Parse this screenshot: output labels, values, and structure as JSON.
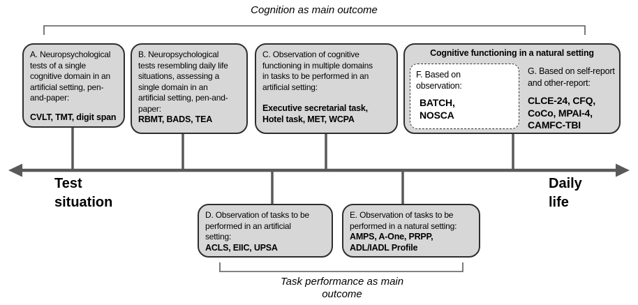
{
  "annotations": {
    "top": "Cognition as main outcome",
    "bottom": "Task performance as main\noutcome"
  },
  "axis": {
    "left_label_line1": "Test",
    "left_label_line2": "situation",
    "right_label_line1": "Daily",
    "right_label_line2": "life"
  },
  "boxes": {
    "a": {
      "description": "A. Neuropsychological\ntests of a single\ncognitive domain in an\nartificial setting, pen-\nand-paper:",
      "instruments": "CVLT, TMT, digit span"
    },
    "b": {
      "description": "B. Neuropsychological\ntests resembling daily life\nsituations, assessing a\nsingle domain in an\nartificial setting, pen-and-\npaper:",
      "instruments": "RBMT, BADS, TEA"
    },
    "c": {
      "description": "C. Observation of cognitive\nfunctioning in multiple domains\nin tasks to be performed in an\nartificial setting:",
      "instruments": "Executive secretarial task,\nHotel task, MET, WCPA"
    },
    "natural": {
      "title": "Cognitive functioning in a natural setting",
      "f": {
        "description": "F. Based on\nobservation:",
        "instruments": "BATCH,\nNOSCA"
      },
      "g": {
        "description": "G. Based on self-report\nand other-report:",
        "instruments": "CLCE-24, CFQ,\nCoCo, MPAI-4,\nCAMFC-TBI"
      }
    },
    "d": {
      "description": "D. Observation of tasks to be\nperformed in an artificial\nsetting:",
      "instruments": "ACLS, EIIC, UPSA"
    },
    "e": {
      "description": "E. Observation of tasks to be\nperformed in a natural setting:",
      "instruments": "AMPS, A-One, PRPP,\nADL/IADL Profile"
    }
  },
  "colors": {
    "box_fill": "#d7d7d7",
    "box_border": "#2e2e2e",
    "line_gray": "#595959"
  }
}
